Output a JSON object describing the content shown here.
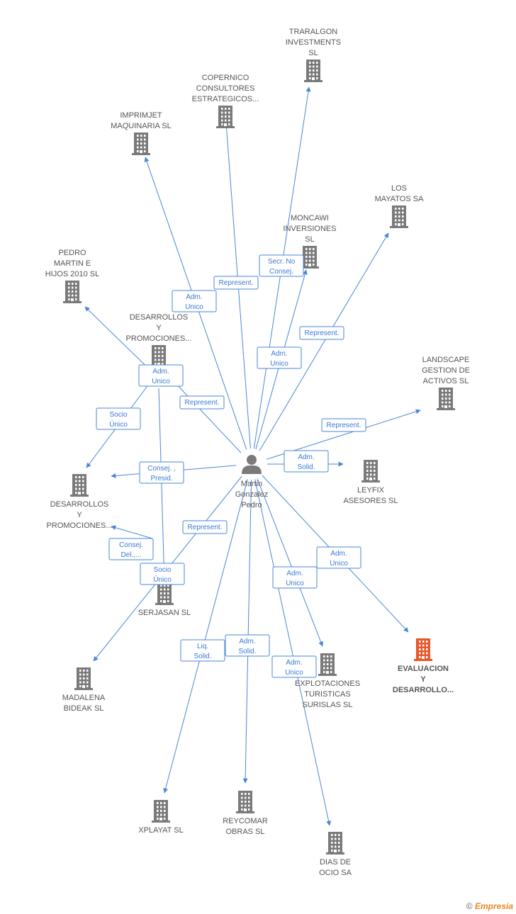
{
  "center": {
    "name_lines": [
      "Martin",
      "Gonzalez",
      "Pedro"
    ]
  },
  "colors": {
    "edge": "#4a86d8",
    "building": "#7a7a7a",
    "highlight": "#e8572a",
    "label_border": "#4a86d8"
  },
  "nodes": [
    {
      "id": "traralgon",
      "lines": [
        "TRARALGON",
        "INVESTMENTS",
        "SL"
      ],
      "highlight": false
    },
    {
      "id": "copernico",
      "lines": [
        "COPERNICO",
        "CONSULTORES",
        "ESTRATEGICOS..."
      ],
      "highlight": false
    },
    {
      "id": "imprimjet",
      "lines": [
        "IMPRIMJET",
        "MAQUINARIA SL"
      ],
      "highlight": false
    },
    {
      "id": "los-mayatos",
      "lines": [
        "LOS",
        "MAYATOS SA"
      ],
      "highlight": false
    },
    {
      "id": "moncawi",
      "lines": [
        "MONCAWI",
        "INVERSIONES",
        "SL"
      ],
      "highlight": false
    },
    {
      "id": "pedro-martin",
      "lines": [
        "PEDRO",
        "MARTIN E",
        "HIJOS 2010 SL"
      ],
      "highlight": false
    },
    {
      "id": "desarrollos-1",
      "lines": [
        "DESARROLLOS",
        "Y",
        "PROMOCIONES..."
      ],
      "highlight": false
    },
    {
      "id": "landscape",
      "lines": [
        "LANDSCAPE",
        "GESTION DE",
        "ACTIVOS SL"
      ],
      "highlight": false
    },
    {
      "id": "leyfix",
      "lines": [
        "LEYFIX",
        "ASESORES SL"
      ],
      "highlight": false
    },
    {
      "id": "desarrollos-2",
      "lines": [
        "DESARROLLOS",
        "Y",
        "PROMOCIONES..."
      ],
      "highlight": false
    },
    {
      "id": "serjasan",
      "lines": [
        "SERJASAN SL"
      ],
      "highlight": false
    },
    {
      "id": "evaluacion",
      "lines": [
        "EVALUACION",
        "Y",
        "DESARROLLO..."
      ],
      "highlight": true
    },
    {
      "id": "explotaciones",
      "lines": [
        "EXPLOTACIONES",
        "TURISTICAS",
        "SURISLAS SL"
      ],
      "highlight": false
    },
    {
      "id": "madalena",
      "lines": [
        "MADALENA",
        "BIDEAK SL"
      ],
      "highlight": false
    },
    {
      "id": "xplayat",
      "lines": [
        "XPLAYAT SL"
      ],
      "highlight": false
    },
    {
      "id": "reycomar",
      "lines": [
        "REYCOMAR",
        "OBRAS SL"
      ],
      "highlight": false
    },
    {
      "id": "dias-de-ocio",
      "lines": [
        "DIAS DE",
        "OCIO SA"
      ],
      "highlight": false
    }
  ],
  "edges": [
    {
      "to": "traralgon",
      "label_lines": [
        "Secr. No",
        "Consej."
      ]
    },
    {
      "to": "copernico",
      "label_lines": [
        "Represent."
      ]
    },
    {
      "to": "imprimjet",
      "label_lines": [
        "Adm.",
        "Unico"
      ]
    },
    {
      "to": "los-mayatos",
      "label_lines": [
        "Represent."
      ]
    },
    {
      "to": "moncawi",
      "label_lines": [
        "Adm.",
        "Unico"
      ]
    },
    {
      "to": "pedro-martin",
      "label_lines": [
        "Adm.",
        "Unico"
      ]
    },
    {
      "to": "desarrollos-1",
      "label_lines": [
        "Represent."
      ]
    },
    {
      "to": "desarrollos-2",
      "label_lines": [
        "Socio",
        "Único"
      ]
    },
    {
      "to": "landscape",
      "label_lines": [
        "Represent."
      ]
    },
    {
      "to": "leyfix",
      "label_lines": [
        "Adm.",
        "Solid."
      ]
    },
    {
      "to": "desarrollos-2",
      "label_lines": [
        "Consej. ,",
        "Presid."
      ]
    },
    {
      "to": "desarrollos-2",
      "label_lines": [
        "Consej.",
        "Del.,..."
      ]
    },
    {
      "to": "madalena",
      "label_lines": [
        "Represent."
      ]
    },
    {
      "to": "serjasan",
      "label_lines": [
        "Socio",
        "Único"
      ]
    },
    {
      "to": "evaluacion",
      "label_lines": [
        "Adm.",
        "Unico"
      ]
    },
    {
      "to": "explotaciones",
      "label_lines": [
        "Adm.",
        "Unico"
      ]
    },
    {
      "to": "dias-de-ocio",
      "label_lines": [
        "Adm.",
        "Unico"
      ]
    },
    {
      "to": "reycomar",
      "label_lines": [
        "Adm.",
        "Solid."
      ]
    },
    {
      "to": "xplayat",
      "label_lines": [
        "Liq.",
        "Solid."
      ]
    }
  ],
  "footer": {
    "copyright": "©",
    "brand": "Empresia"
  }
}
